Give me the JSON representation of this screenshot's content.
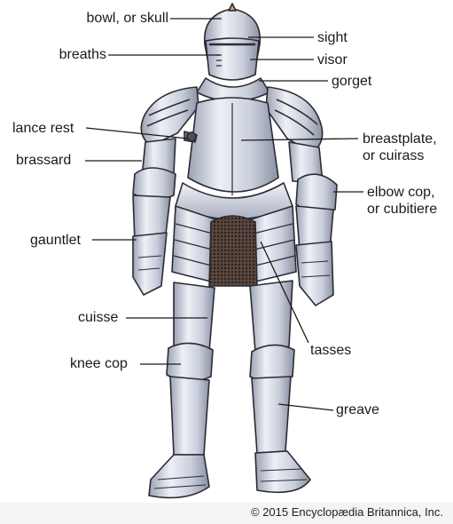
{
  "labels": {
    "bowl": "bowl, or skull",
    "sight": "sight",
    "breaths": "breaths",
    "visor": "visor",
    "gorget": "gorget",
    "lance_rest": "lance rest",
    "brassard": "brassard",
    "breastplate_1": "breastplate,",
    "breastplate_2": "or cuirass",
    "elbow_1": "elbow cop,",
    "elbow_2": "or cubitiere",
    "gauntlet": "gauntlet",
    "cuisse": "cuisse",
    "tasses": "tasses",
    "knee_cop": "knee cop",
    "greave": "greave"
  },
  "copyright": "© 2015 Encyclopædia Britannica, Inc.",
  "colors": {
    "steel_light": "#e6e9f1",
    "steel_mid": "#c3c8d6",
    "steel_dark": "#7d8496",
    "outline": "#2b2b33",
    "mail": "#4a3a34"
  }
}
